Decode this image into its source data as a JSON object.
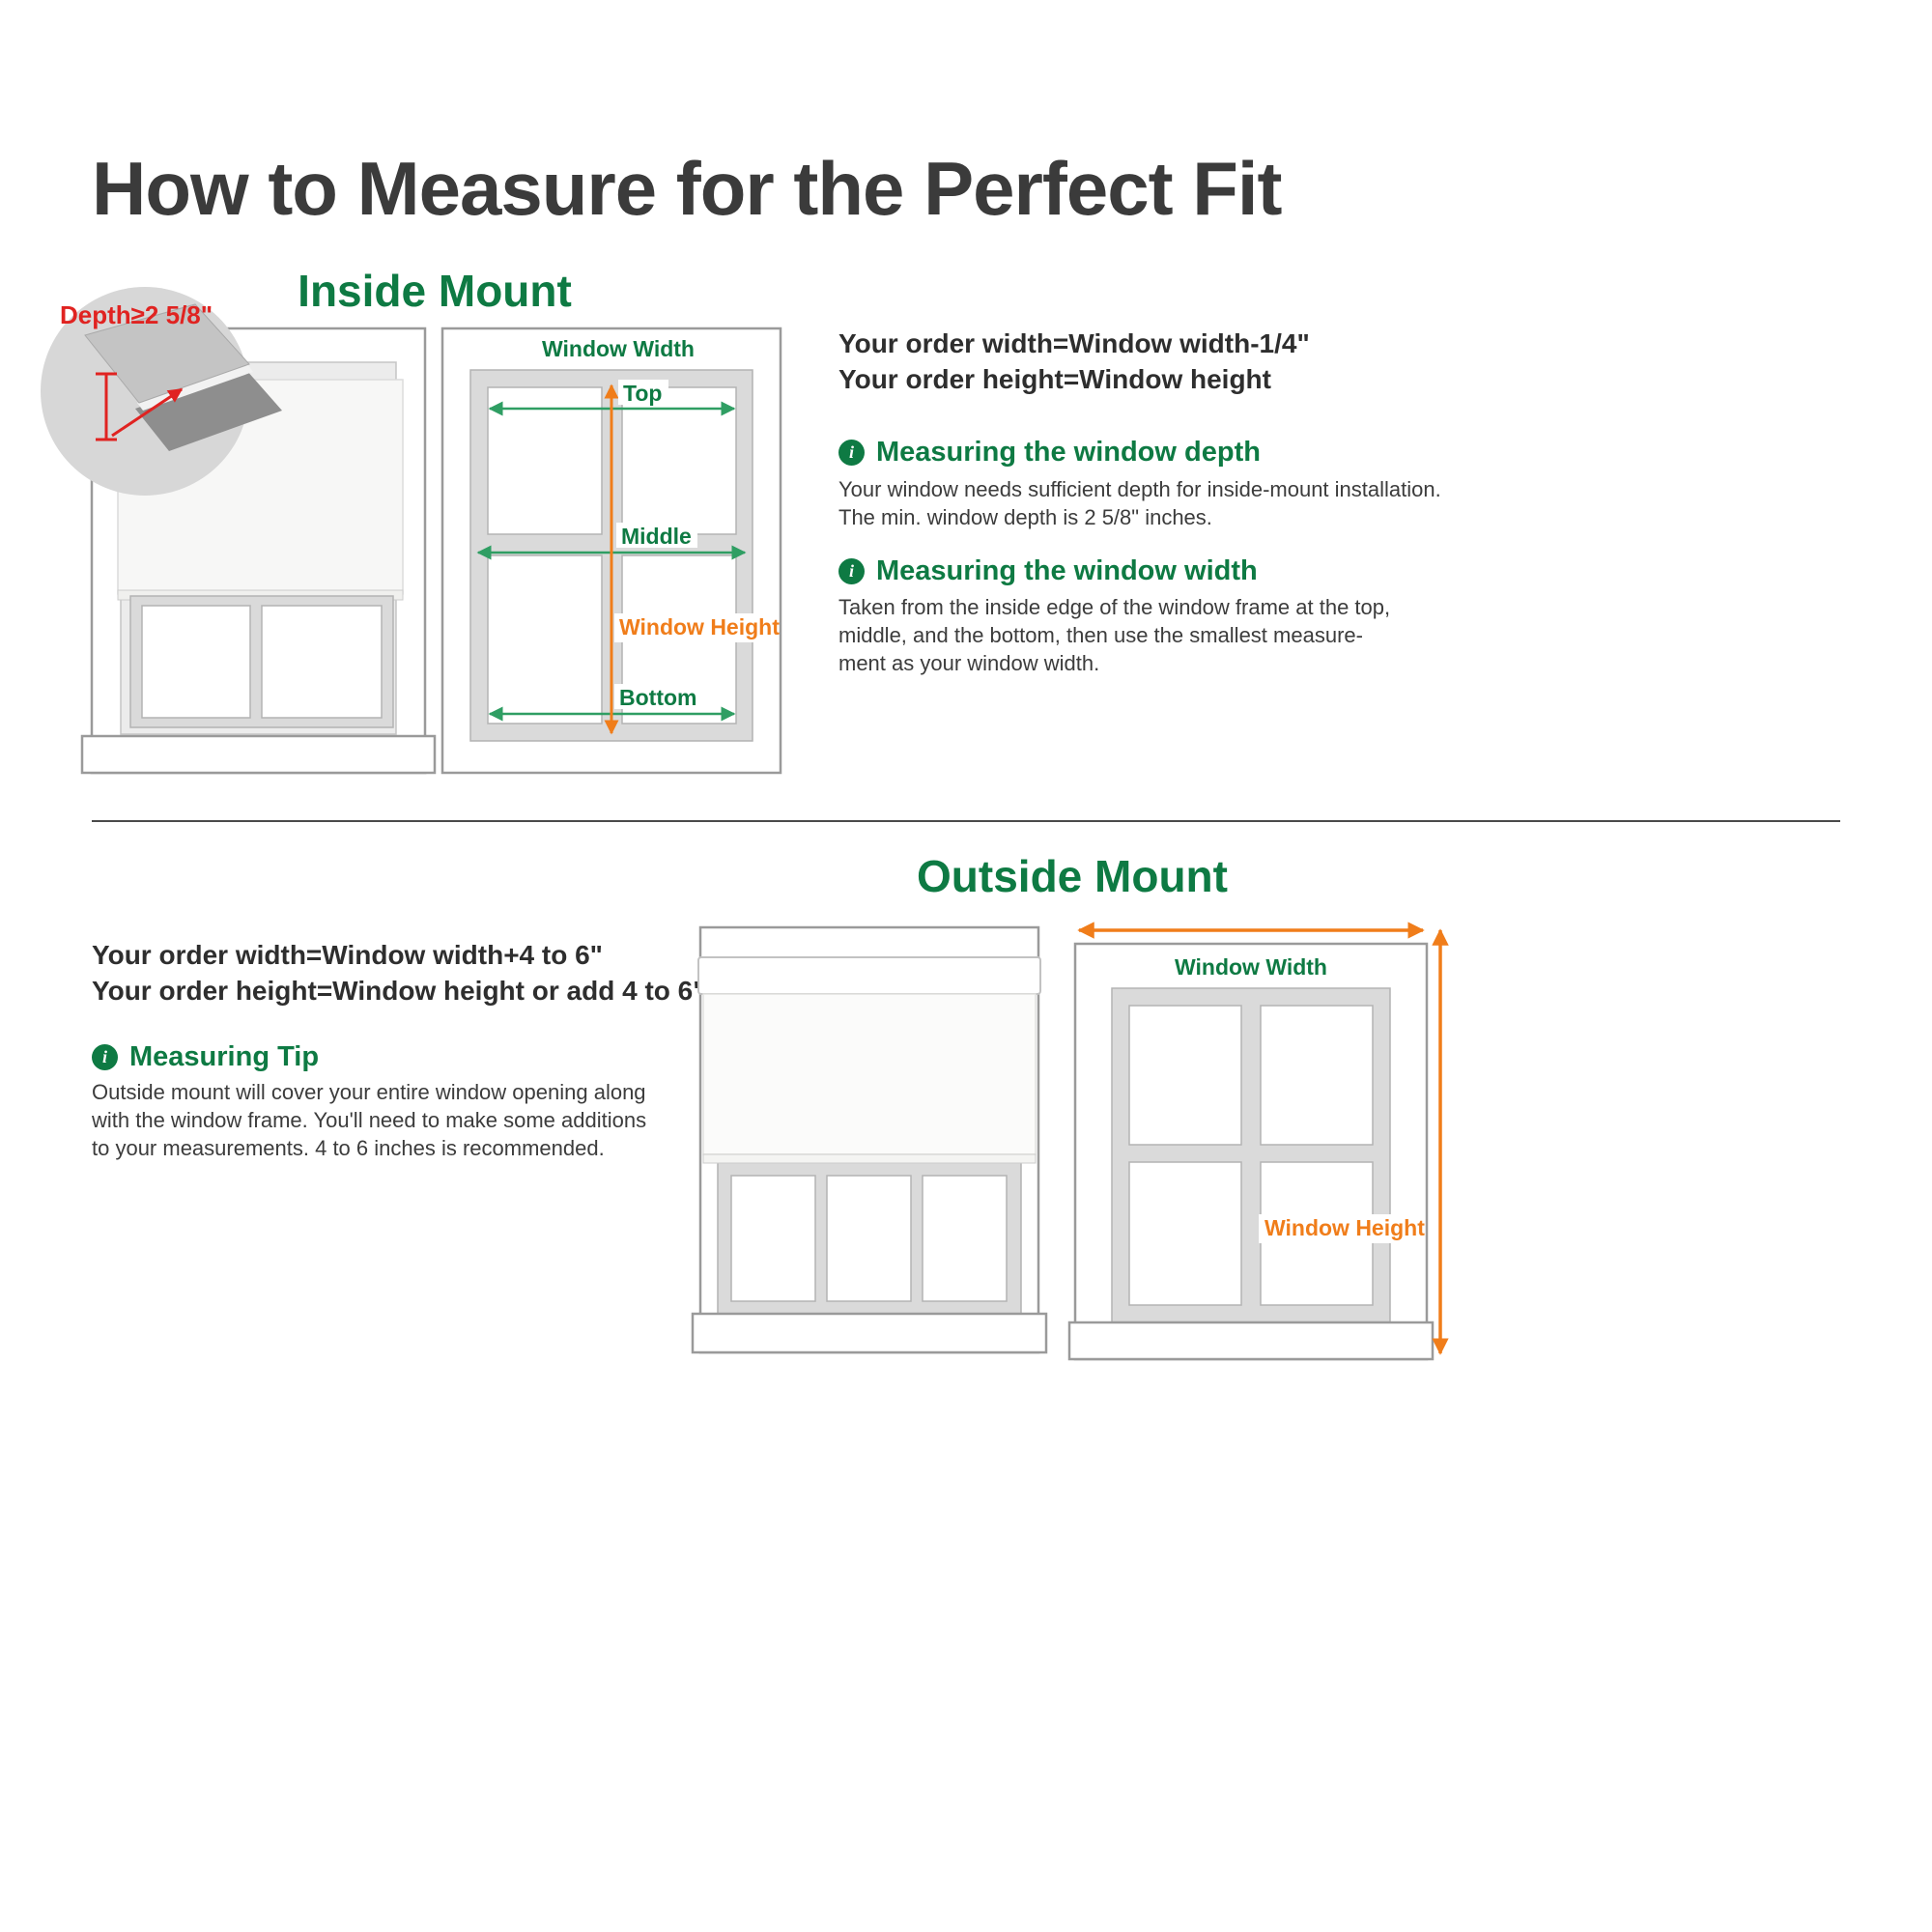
{
  "page": {
    "title": "How to Measure for the Perfect Fit"
  },
  "colors": {
    "heading_green": "#0e7a43",
    "arrow_green": "#2f9e63",
    "arrow_orange": "#f07d1a",
    "depth_red": "#e02321",
    "title_gray": "#3b3b3b"
  },
  "info_icon": "i",
  "inside": {
    "heading": "Inside Mount",
    "depth_label": "Depth≥2 5/8\"",
    "diagram": {
      "window_width": "Window Width",
      "top": "Top",
      "middle": "Middle",
      "bottom": "Bottom",
      "window_height": "Window Height"
    },
    "order_width": "Your order width=Window width-1/4\"",
    "order_height": "Your order height=Window height",
    "sections": [
      {
        "heading": "Measuring the window depth",
        "lines": [
          "Your window needs sufficient depth for inside-mount installation.",
          "The min. window depth is 2 5/8\" inches."
        ]
      },
      {
        "heading": "Measuring the window width",
        "lines": [
          "Taken from the inside edge of the window frame at the top,",
          "middle, and the bottom, then use the smallest measure-",
          "ment as your window width."
        ]
      }
    ]
  },
  "outside": {
    "heading": "Outside Mount",
    "order_width": "Your order width=Window width+4 to 6\"",
    "order_height": "Your order height=Window height or add 4 to 6\"",
    "tip": {
      "heading": "Measuring Tip",
      "lines": [
        "Outside mount will cover your entire window opening along",
        "with the window frame. You'll need to make some additions",
        "to your measurements. 4 to 6 inches is recommended."
      ]
    },
    "diagram": {
      "window_width": "Window Width",
      "window_height": "Window Height"
    }
  }
}
